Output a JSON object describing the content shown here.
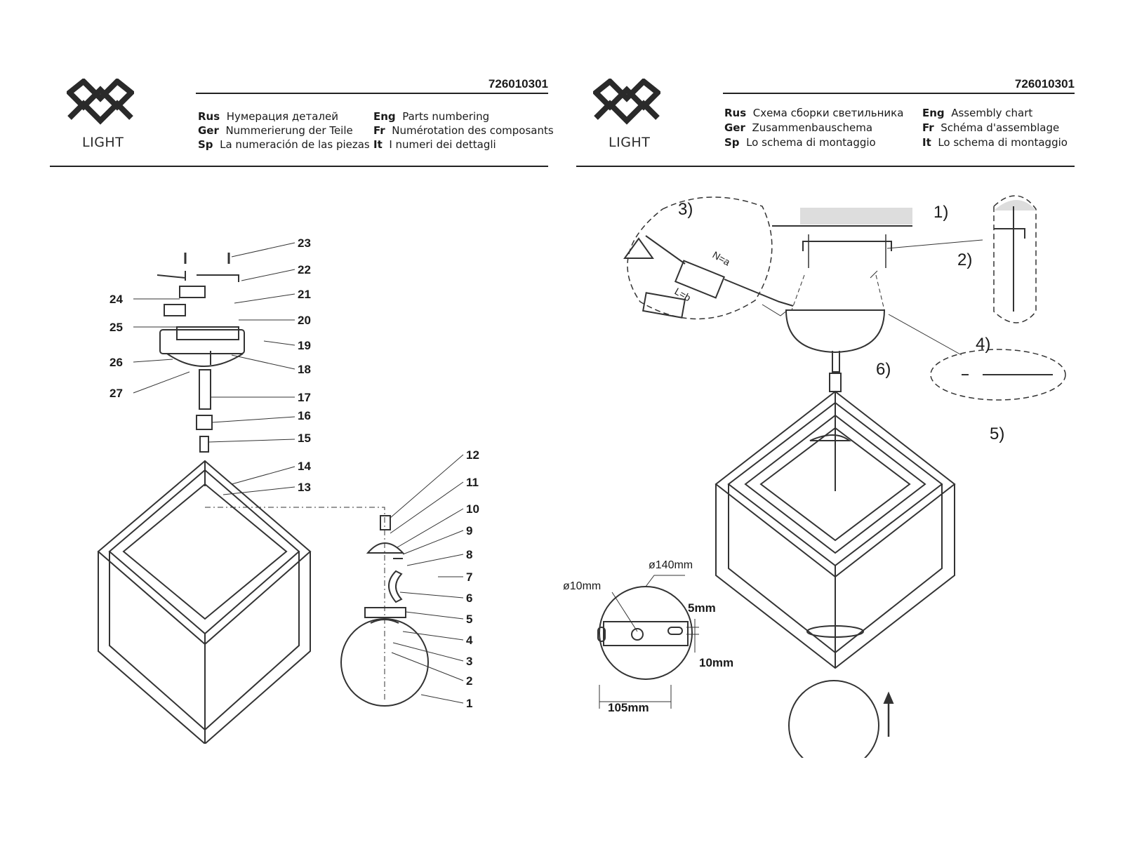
{
  "brand": {
    "logo_text": "LIGHT"
  },
  "left_page": {
    "code": "726010301",
    "titles": [
      {
        "lang": "Rus",
        "text": "Нумерация деталей"
      },
      {
        "lang": "Ger",
        "text": "Nummerierung der Teile"
      },
      {
        "lang": "Sp",
        "text": "La numeración de las piezas"
      },
      {
        "lang": "Eng",
        "text": "Parts numbering"
      },
      {
        "lang": "Fr",
        "text": "Numérotation des composants"
      },
      {
        "lang": "It",
        "text": "I numeri dei dettagli"
      }
    ],
    "parts": [
      "1",
      "2",
      "3",
      "4",
      "5",
      "6",
      "7",
      "8",
      "9",
      "10",
      "11",
      "12",
      "13",
      "14",
      "15",
      "16",
      "17",
      "18",
      "19",
      "20",
      "21",
      "22",
      "23",
      "24",
      "25",
      "26",
      "27"
    ]
  },
  "right_page": {
    "code": "726010301",
    "titles": [
      {
        "lang": "Rus",
        "text": "Схема сборки светильника"
      },
      {
        "lang": "Ger",
        "text": "Zusammenbauschema"
      },
      {
        "lang": "Sp",
        "text": "Lo schema di montaggio"
      },
      {
        "lang": "Eng",
        "text": "Assembly chart"
      },
      {
        "lang": "Fr",
        "text": "Schéma d'assemblage"
      },
      {
        "lang": "It",
        "text": "Lo schema di montaggio"
      }
    ],
    "steps": [
      "1)",
      "2)",
      "3)",
      "4)",
      "5)",
      "6)"
    ],
    "terminal_labels": {
      "n": "N=a",
      "l": "L=b"
    },
    "dimensions": {
      "diameter": "ø140mm",
      "hole": "ø10mm",
      "slot_width": "5mm",
      "slot_length": "10mm",
      "spacing": "105mm"
    }
  }
}
